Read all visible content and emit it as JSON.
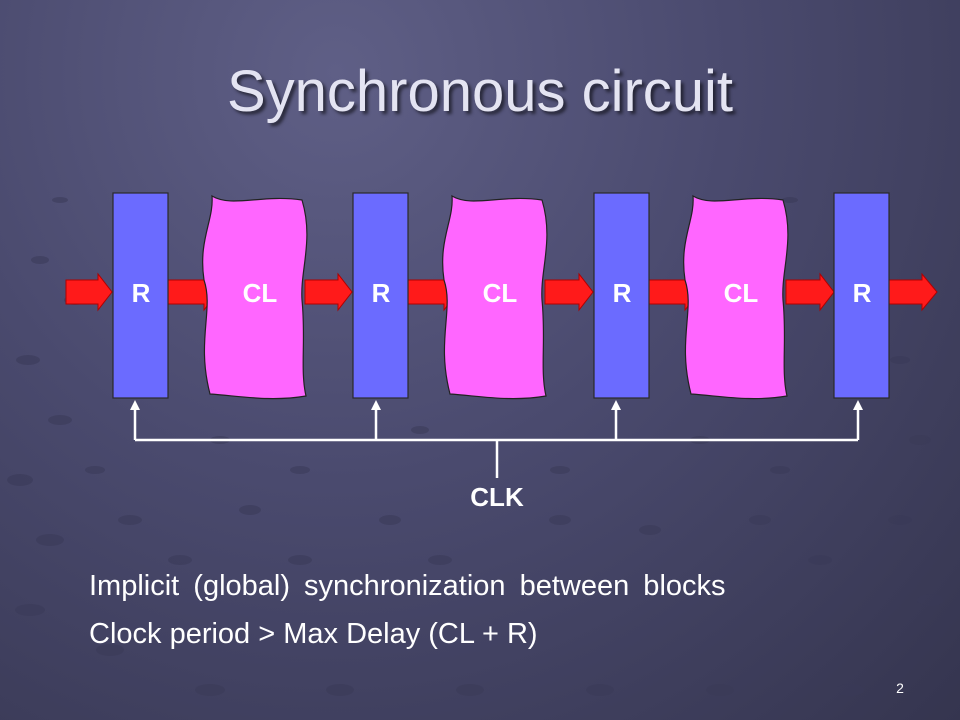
{
  "slide": {
    "title": "Synchronous circuit",
    "number": "2"
  },
  "diagram": {
    "register_label": "R",
    "logic_label": "CL",
    "clock_label": "CLK",
    "colors": {
      "register_fill": "#6b6bff",
      "logic_fill": "#ff66ff",
      "arrow_fill": "#ff1a1a",
      "wire": "#ffffff"
    }
  },
  "text": {
    "line1": "Implicit (global) synchronization between blocks",
    "line2": "Clock period > Max Delay (CL + R)"
  }
}
